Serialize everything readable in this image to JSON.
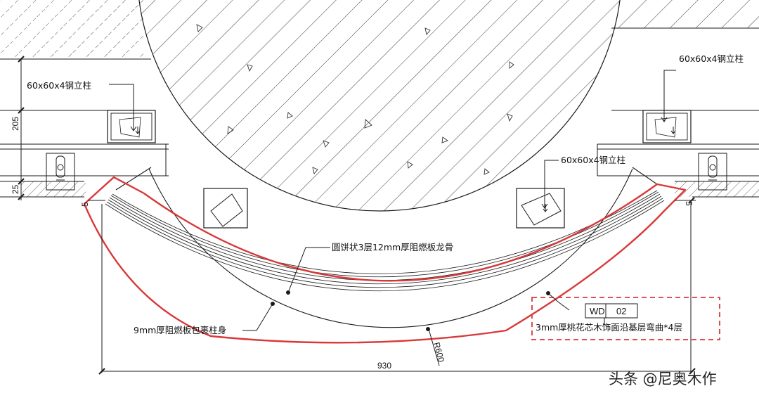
{
  "labels": {
    "steel_column_left": "60x60x4钢立柱",
    "steel_column_right_top": "60x60x4钢立柱",
    "steel_column_right_inner": "60x60x4钢立柱",
    "keel": "圆饼状3层12mm厚阻燃板龙骨",
    "wrap": "9mm厚阻燃板包裹柱身",
    "finish": "3mm厚桃花芯木饰面沿基层弯曲*4层"
  },
  "tag": {
    "code": "WD",
    "number": "02"
  },
  "dimensions": {
    "height_205": "205",
    "height_25": "25",
    "gap_5_left": "5",
    "gap_5_right": "5",
    "width_930": "930",
    "radius": "R600"
  },
  "watermark": "头条 @尼奥木作",
  "colors": {
    "line": "#1a1a1a",
    "highlight": "#d9383a",
    "background": "#ffffff"
  }
}
